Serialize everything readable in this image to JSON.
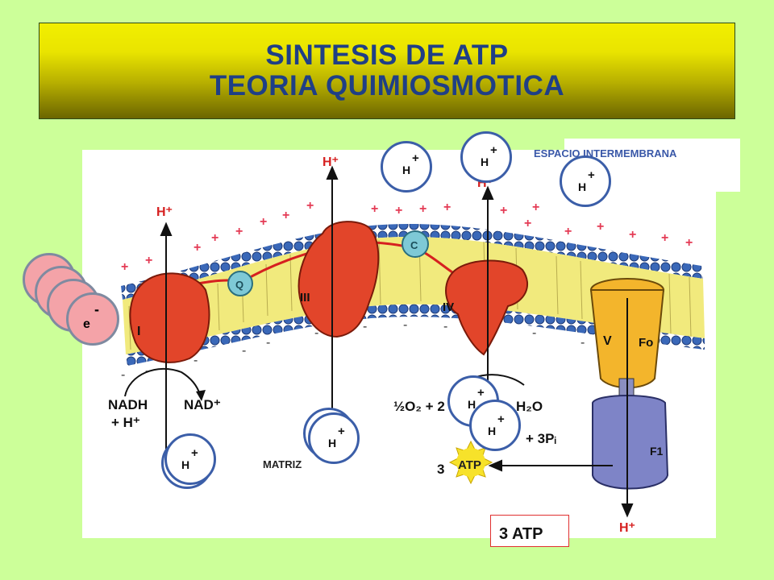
{
  "title": {
    "line1": "SINTESIS DE ATP",
    "line2": "TEORIA QUIMIOSMOTICA"
  },
  "labels": {
    "intermembrane": "ESPACIO INTERMEMBRANA",
    "matrix": "MATRIZ",
    "atp_count": "3 ATP"
  },
  "proton": {
    "symbol": "H",
    "charge": "+"
  },
  "electron": {
    "symbol": "e",
    "charge": "-"
  },
  "figure": {
    "h_plus": "H⁺",
    "complex_I": "I",
    "complex_III": "III",
    "complex_IV": "IV",
    "complex_V": "V",
    "fo": "Fo",
    "f1": "F1",
    "q": "Q",
    "c": "C",
    "nadh": "NADH",
    "nad": "NAD⁺",
    "plus_h": "+ H⁺",
    "o2": "½O₂ + 2",
    "h2o": "H₂O",
    "pi": "+ 3Pᵢ",
    "atp_num": "3",
    "atp": "ATP"
  },
  "colors": {
    "banner_text": "#1f3f86",
    "bubble_border": "#3b5ea8",
    "electron_fill": "#f4a3a8",
    "protein": "#e2452a",
    "background": "#ccff99"
  }
}
